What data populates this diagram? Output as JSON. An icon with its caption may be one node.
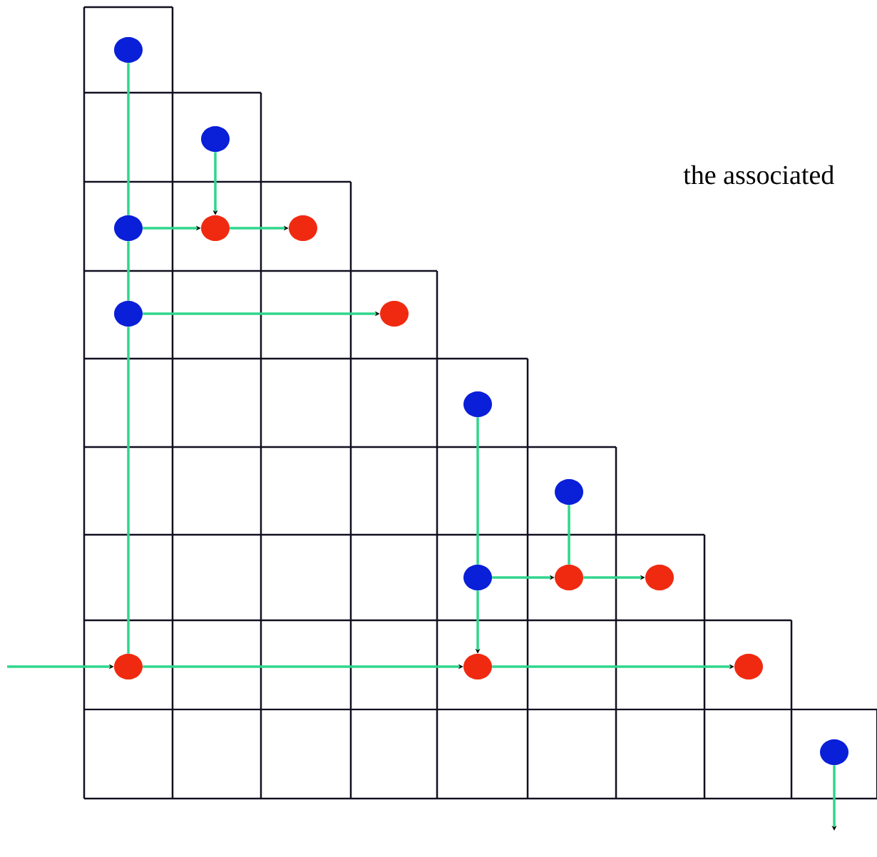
{
  "diagram": {
    "nodes": [
      {
        "text": [],
        "shape": "circle"
      },
      {
        "text": [],
        "shape": "circle"
      },
      {
        "text": [],
        "shape": "circle"
      },
      {
        "text": [],
        "shape": "circle"
      },
      {
        "text": [],
        "shape": "circle"
      },
      {
        "text": [],
        "shape": "circle"
      },
      {
        "text": [],
        "shape": "circle"
      },
      {
        "text": [],
        "shape": "circle"
      },
      {
        "text": [],
        "shape": "circle"
      },
      {
        "text": [],
        "shape": "circle"
      },
      {
        "text": [],
        "shape": "circle"
      },
      {
        "text": [],
        "shape": "circle"
      },
      {
        "text": [],
        "shape": "circle"
      },
      {
        "text": [],
        "shape": "circle"
      },
      {
        "text": [],
        "shape": "circle"
      },
      {
        "text": [],
        "shape": "circle"
      }
    ],
    "edges": [
      {
        "from": 0,
        "to": 2,
        "arrow": "none"
      },
      {
        "from": 1,
        "to": 3,
        "arrow": "to"
      },
      {
        "from": 2,
        "to": 3,
        "arrow": "to"
      },
      {
        "from": 3,
        "to": 4,
        "arrow": "to"
      },
      {
        "from": 2,
        "to": 5,
        "arrow": "none"
      },
      {
        "from": 5,
        "to": 6,
        "arrow": "to"
      },
      {
        "from": 5,
        "to": 12,
        "arrow": "none"
      },
      {
        "from": null,
        "to": 12,
        "arrow": "to"
      },
      {
        "from": 12,
        "to": 13,
        "arrow": "to"
      },
      {
        "from": 7,
        "to": 9,
        "arrow": "none"
      },
      {
        "from": 9,
        "to": 13,
        "arrow": "to"
      },
      {
        "from": 8,
        "to": 10,
        "arrow": "none"
      },
      {
        "from": 9,
        "to": 10,
        "arrow": "to"
      },
      {
        "from": 10,
        "to": 11,
        "arrow": "to"
      },
      {
        "from": 13,
        "to": 14,
        "arrow": "to"
      },
      {
        "from": 15,
        "to": null,
        "arrow": "to"
      }
    ],
    "labels": [
      "the associated"
    ]
  }
}
